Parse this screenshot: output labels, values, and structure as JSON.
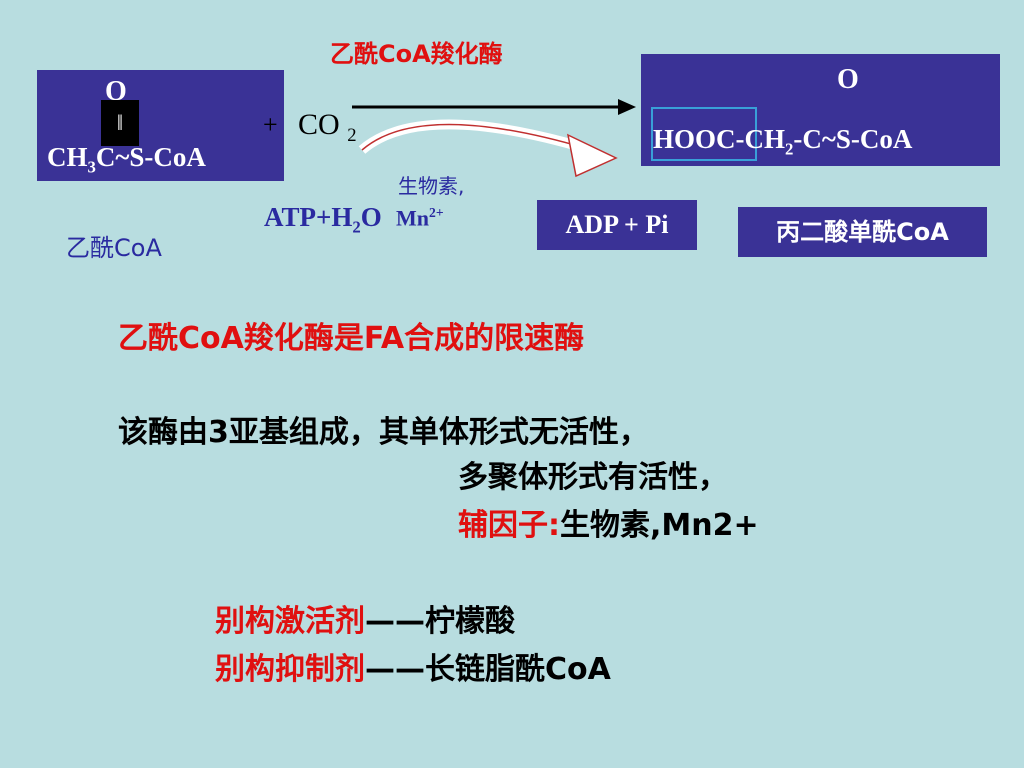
{
  "diagram": {
    "enzyme_label": "乙酰CoA羧化酶",
    "substrate": {
      "o": "O",
      "bond": "‖",
      "formula_part1": "CH",
      "formula_sub1": "3",
      "formula_part2": "C~S-CoA",
      "name": "乙酰CoA"
    },
    "plus": "+",
    "co2_text": "CO",
    "co2_sub": "2",
    "cofactor_text": "生物素,",
    "atp_part1": "ATP+H",
    "atp_sub": "2",
    "atp_part2": "O",
    "mn_text": "Mn",
    "mn_sup": "2+",
    "adp": "ADP + Pi",
    "product": {
      "o": "O",
      "formula_part1": "HOOC-CH",
      "formula_sub1": "2",
      "formula_part2": "-C~S-CoA"
    },
    "product_name": "丙二酸单酰CoA"
  },
  "notes": {
    "line1": "乙酰CoA羧化酶是FA合成的限速酶",
    "line2": "该酶由3亚基组成，其单体形式无活性，",
    "line3": "多聚体形式有活性，",
    "line4_red": "辅因子:",
    "line4_black": "生物素,Mn2+",
    "line5_red": "别构激活剂",
    "line5_black": "——柠檬酸",
    "line6_red": "别构抑制剂",
    "line6_black": "——长链脂酰CoA"
  },
  "colors": {
    "background": "#b8dde0",
    "box": "#3a3296",
    "red": "#e01010",
    "blue": "#2a2aa0"
  }
}
